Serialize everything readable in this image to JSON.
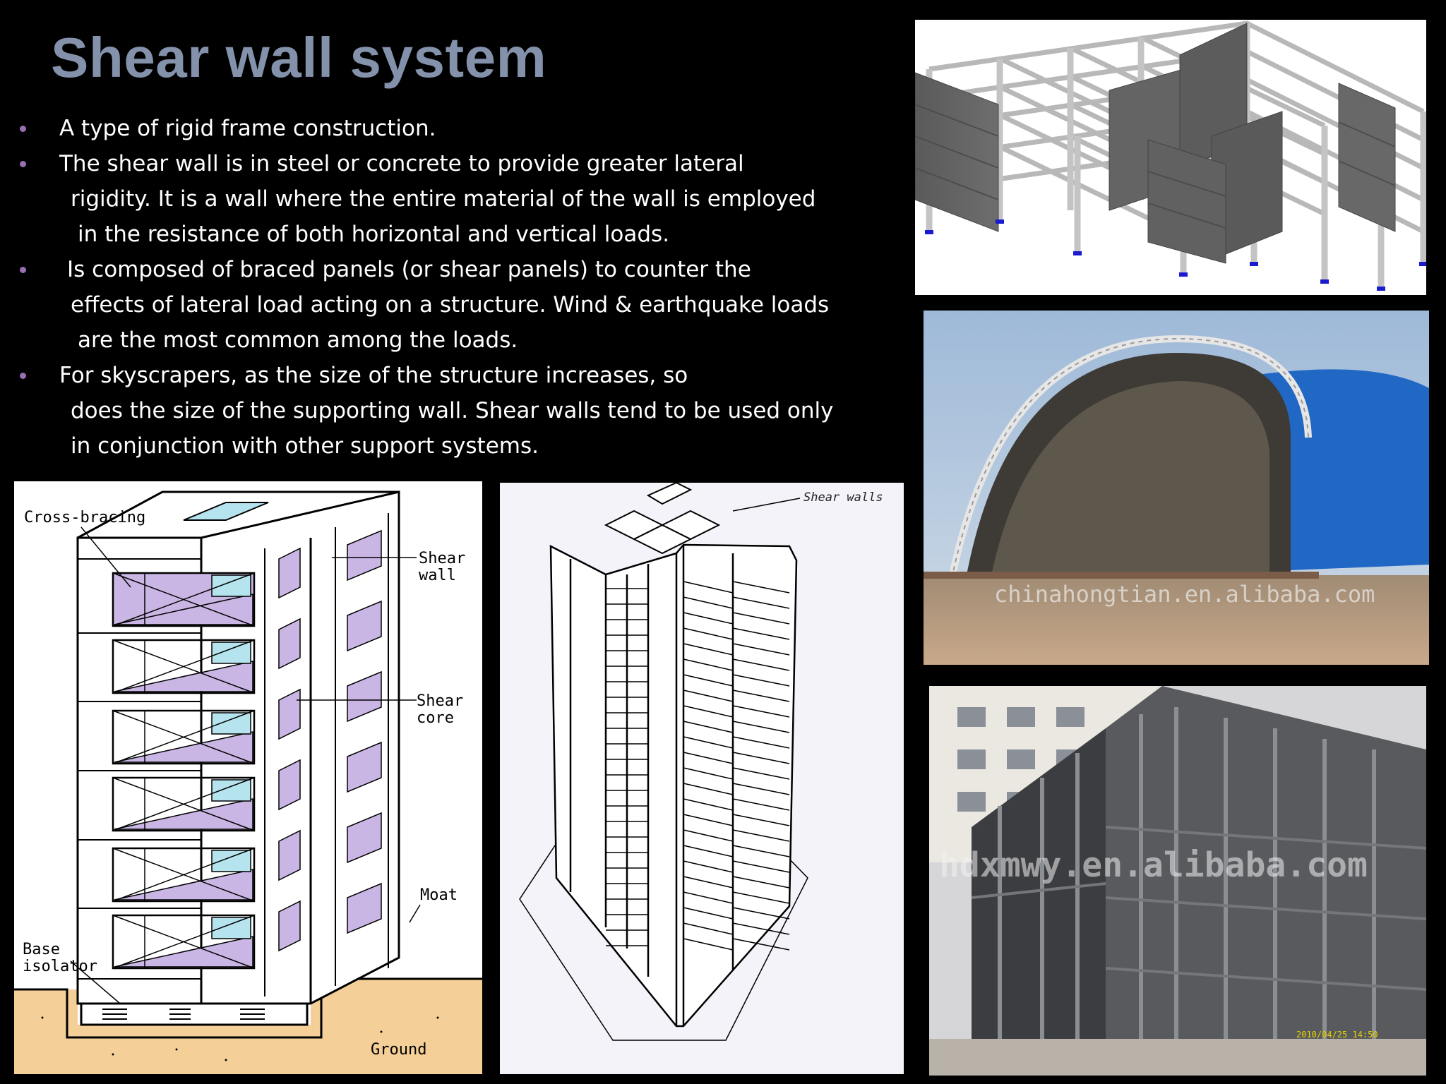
{
  "slide": {
    "title": "Shear wall system",
    "bullets": [
      {
        "lines": [
          "A type of rigid frame construction."
        ]
      },
      {
        "lines": [
          "The shear wall is in steel or concrete to provide greater lateral",
          "rigidity. It is a wall where the entire material of the wall is employed",
          "in the resistance of both horizontal and vertical loads."
        ]
      },
      {
        "lines": [
          "Is composed of braced panels (or shear panels) to counter the",
          "effects of lateral load acting on a structure. Wind & earthquake loads",
          "are the most common among the loads."
        ]
      },
      {
        "lines": [
          "For skyscrapers, as the size of the structure increases, so",
          "does the size of the supporting wall. Shear walls tend to be used only",
          "in conjunction with other support systems."
        ]
      }
    ]
  },
  "diagram1": {
    "cross_bracing": "Cross-bracing",
    "shear_wall_1": "Shear",
    "shear_wall_2": "wall",
    "shear_core_1": "Shear",
    "shear_core_2": "core",
    "moat": "Moat",
    "base_isolator_1": "Base",
    "base_isolator_2": "isolator",
    "ground": "Ground"
  },
  "diagram2": {
    "shear_walls": "Shear walls"
  },
  "photo_arch": {
    "watermark": "chinahongtian.en.alibaba.com"
  },
  "photo_formwork": {
    "watermark": "hdxmwy.en.alibaba.com",
    "date_stamp": "2010/04/25 14:50"
  },
  "colors": {
    "title": "#8391ab",
    "bullet": "#9b6fb4",
    "background": "#000000",
    "shear_panel": "#c9b6e4",
    "glass": "#b6e4ee",
    "ground": "#f4cf97"
  }
}
